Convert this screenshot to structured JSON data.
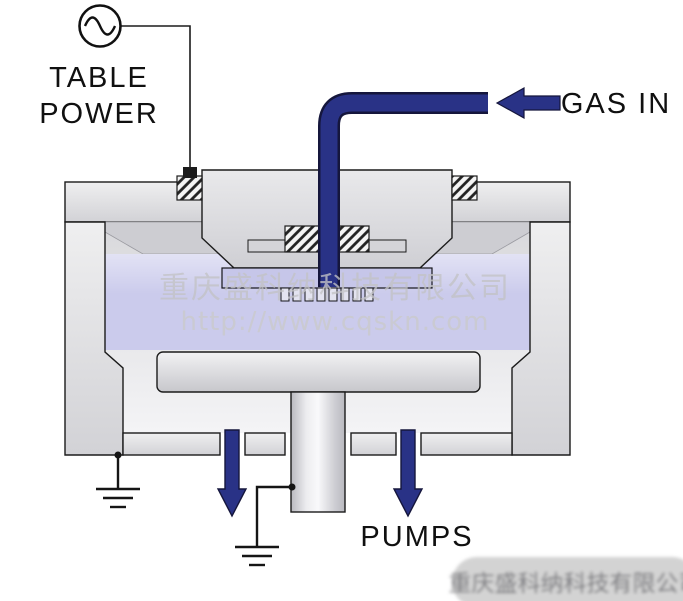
{
  "labels": {
    "table_power_line1": "TABLE",
    "table_power_line2": "POWER",
    "gas_in": "GAS IN",
    "pumps": "PUMPS"
  },
  "watermark": {
    "company_name": "重庆盛科纳科技有限公司",
    "website": "http://www.cqskn.com",
    "corner_badge": "重庆盛科纳科技有限公司"
  },
  "colors": {
    "flow_navy": "#293286",
    "plasma_lavender": "#cbcbec",
    "chamber_gray": "#dcdcdf",
    "outline_black": "#1b1b1b",
    "watermark_gray": "#bfbfbf"
  },
  "icons": {
    "ac_source": "ac-sine-wave-circle-icon",
    "ground_left": "earth-ground-icon",
    "ground_center": "earth-ground-icon",
    "gas_in_arrow": "left-arrow-icon",
    "pump_arrow_left": "down-arrow-icon",
    "pump_arrow_right": "down-arrow-icon"
  }
}
